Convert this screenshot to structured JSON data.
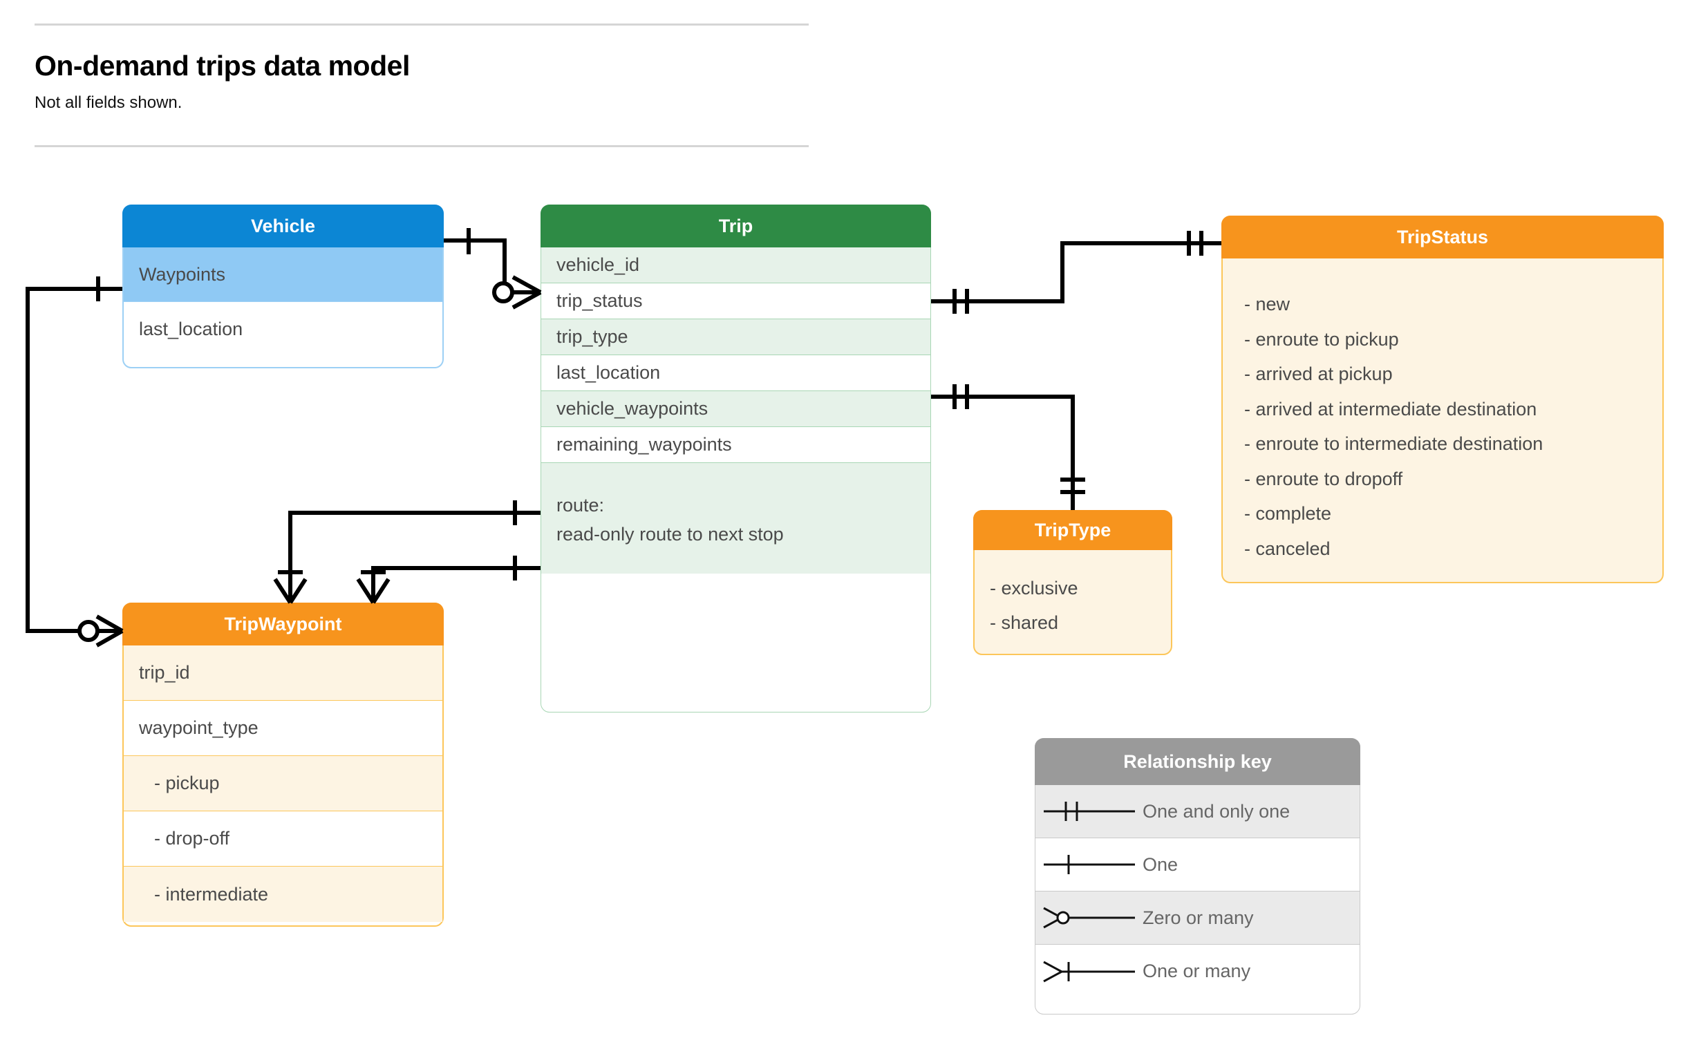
{
  "header": {
    "title": "On-demand trips data model",
    "subtitle": "Not all fields shown."
  },
  "entities": {
    "vehicle": {
      "name": "Vehicle",
      "header_color": "#0c86d4",
      "row_color": "#8fc9f4",
      "border_color": "#9dd0f5",
      "fields": [
        {
          "label": "Waypoints"
        },
        {
          "label": "last_location"
        }
      ]
    },
    "trip": {
      "name": "Trip",
      "header_color": "#2e8b45",
      "row_color": "#e6f2e9",
      "border_color": "#a8d6b4",
      "fields": [
        {
          "label": "vehicle_id"
        },
        {
          "label": "trip_status"
        },
        {
          "label": "trip_type"
        },
        {
          "label": "last_location"
        },
        {
          "label": "vehicle_waypoints"
        },
        {
          "label": "remaining_waypoints"
        },
        {
          "label": "route:",
          "label2": "read-only route to next stop"
        }
      ]
    },
    "trip_status": {
      "name": "TripStatus",
      "header_color": "#f7941d",
      "row_color": "#fdf4e3",
      "border_color": "#fcc65a",
      "values": [
        "- new",
        "- enroute to pickup",
        "- arrived at pickup",
        "- arrived at intermediate destination",
        "- enroute to intermediate destination",
        "- enroute to dropoff",
        "- complete",
        "- canceled"
      ]
    },
    "trip_type": {
      "name": "TripType",
      "header_color": "#f7941d",
      "row_color": "#fdf4e3",
      "border_color": "#fcc65a",
      "values": [
        "- exclusive",
        "- shared"
      ]
    },
    "trip_waypoint": {
      "name": "TripWaypoint",
      "header_color": "#f7941d",
      "row_color": "#fdf4e3",
      "border_color": "#fcc65a",
      "fields": [
        {
          "label": "trip_id",
          "indent": false
        },
        {
          "label": "waypoint_type",
          "indent": false
        },
        {
          "label": "-  pickup",
          "indent": true
        },
        {
          "label": "-  drop-off",
          "indent": true
        },
        {
          "label": "-  intermediate",
          "indent": true
        }
      ]
    }
  },
  "legend": {
    "title": "Relationship key",
    "header_color": "#9a9a9a",
    "rows": [
      {
        "symbol": "one-and-only-one",
        "label": "One and only one"
      },
      {
        "symbol": "one",
        "label": "One"
      },
      {
        "symbol": "zero-or-many",
        "label": "Zero or many"
      },
      {
        "symbol": "one-or-many",
        "label": "One or many"
      }
    ]
  },
  "relationships": [
    {
      "from": "Vehicle",
      "from_card": "one",
      "to": "Trip.vehicle_id",
      "to_card": "zero-or-many"
    },
    {
      "from": "Vehicle.Waypoints",
      "from_card": "one",
      "to": "TripWaypoint",
      "to_card": "zero-or-many"
    },
    {
      "from": "Trip.trip_status",
      "from_card": "one-and-only-one",
      "to": "TripStatus",
      "to_card": "one-and-only-one"
    },
    {
      "from": "Trip.trip_type",
      "from_card": "one-and-only-one",
      "to": "TripType",
      "to_card": "one-and-only-one"
    },
    {
      "from": "Trip.vehicle_waypoints",
      "from_card": "one",
      "to": "TripWaypoint",
      "to_card": "one-or-many"
    },
    {
      "from": "Trip.remaining_waypoints",
      "from_card": "one",
      "to": "TripWaypoint",
      "to_card": "one-or-many"
    }
  ]
}
